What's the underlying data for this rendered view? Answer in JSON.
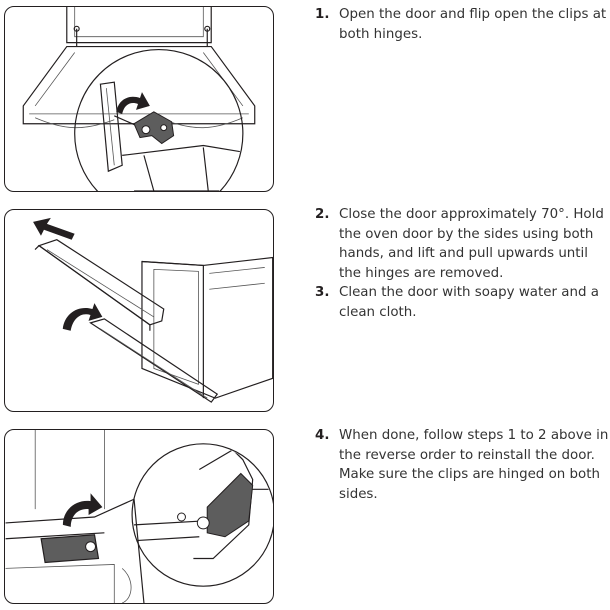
{
  "steps": [
    {
      "number": "1.",
      "text": "Open the door and flip open the clips at both hinges."
    },
    {
      "number": "2.",
      "text": "Close the door approximately 70°. Hold the oven door by the sides using both hands, and lift and pull upwards until the hinges are removed."
    },
    {
      "number": "3.",
      "text": "Clean the door with soapy water and a clean cloth."
    },
    {
      "number": "4.",
      "text": "When done, follow steps 1 to 2 above in the reverse order to reinstall the door. Make sure the clips are hinged on both sides."
    }
  ]
}
